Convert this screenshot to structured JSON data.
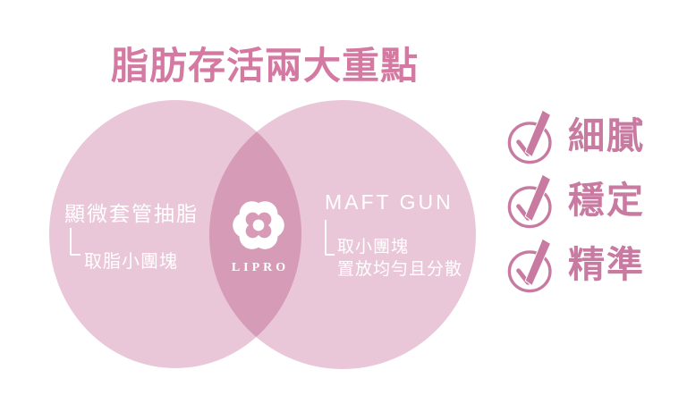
{
  "title": "脂肪存活兩大重點",
  "venn": {
    "left": {
      "heading": "顯微套管抽脂",
      "sub": "取脂小團塊"
    },
    "right": {
      "heading": "MAFT GUN",
      "sub_line1": "取小團塊",
      "sub_line2": "置放均勻且分散"
    },
    "logo": {
      "brand": "LIPRO",
      "icon": "flower-icon"
    }
  },
  "checklist": [
    {
      "label": "細膩",
      "icon": "check-circle-icon"
    },
    {
      "label": "穩定",
      "icon": "check-circle-icon"
    },
    {
      "label": "精準",
      "icon": "check-circle-icon"
    }
  ],
  "colors": {
    "accent_pink": "#d47aa2",
    "check_pink": "#c97aa1",
    "circle_fill": "#eac7d8",
    "overlap_fill": "#d79bb7",
    "text_on_circles": "#ffffff",
    "background": "#ffffff"
  }
}
